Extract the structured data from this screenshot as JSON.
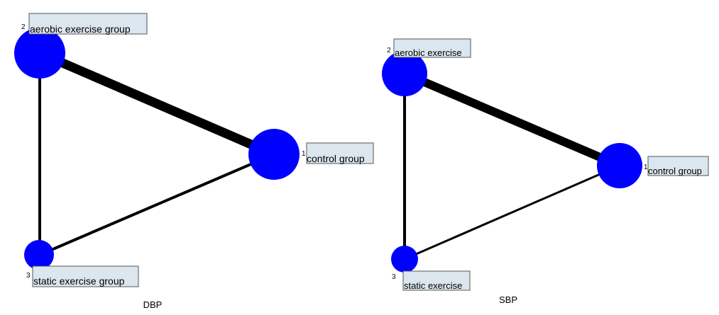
{
  "diagrams": [
    {
      "caption": "DBP",
      "nodes": [
        {
          "id": "1",
          "label": "control group"
        },
        {
          "id": "2",
          "label": "aerobic exercise group"
        },
        {
          "id": "3",
          "label": "static exercise group"
        }
      ],
      "edges": [
        {
          "from": "2",
          "to": "1",
          "weight": "thick"
        },
        {
          "from": "2",
          "to": "3",
          "weight": "thin"
        },
        {
          "from": "3",
          "to": "1",
          "weight": "thin"
        }
      ]
    },
    {
      "caption": "SBP",
      "nodes": [
        {
          "id": "1",
          "label": "control group"
        },
        {
          "id": "2",
          "label": "aerobic exercise"
        },
        {
          "id": "3",
          "label": "static exercise"
        }
      ],
      "edges": [
        {
          "from": "2",
          "to": "1",
          "weight": "thick"
        },
        {
          "from": "2",
          "to": "3",
          "weight": "thin"
        },
        {
          "from": "3",
          "to": "1",
          "weight": "thin"
        }
      ]
    }
  ],
  "colors": {
    "node_fill": "#0000ff",
    "edge": "#000000",
    "label_bg": "#dce6ee",
    "label_border": "#555555"
  }
}
